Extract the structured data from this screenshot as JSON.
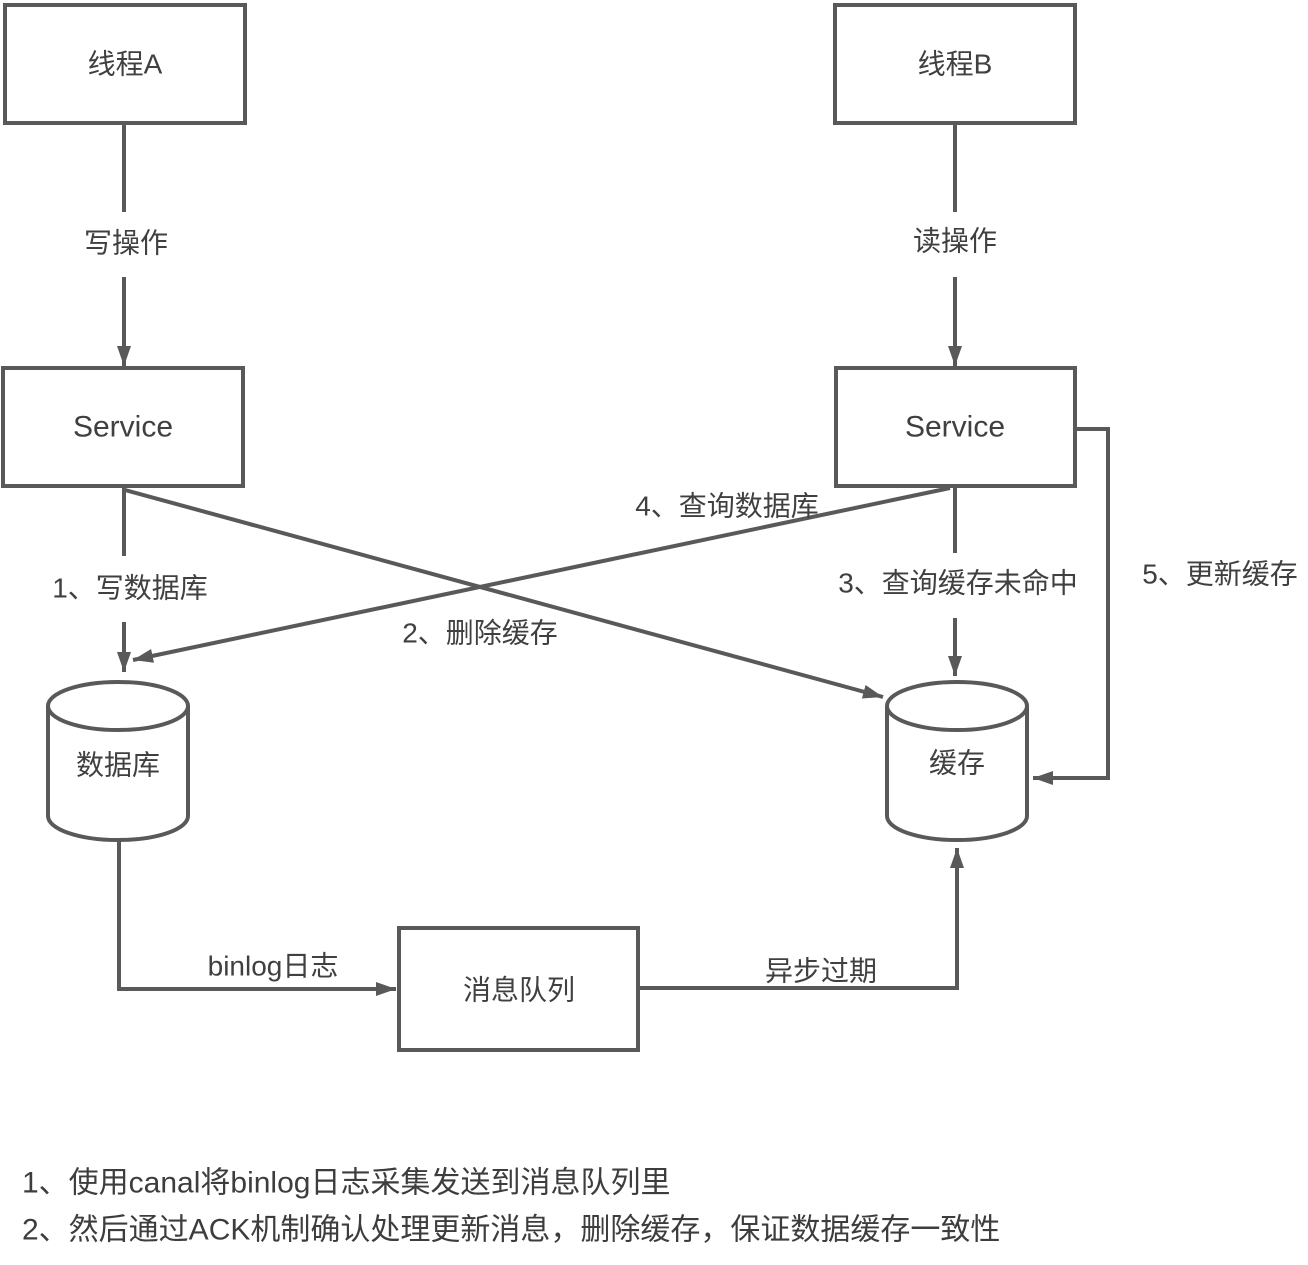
{
  "nodes": {
    "thread_a": {
      "label": "线程A"
    },
    "thread_b": {
      "label": "线程B"
    },
    "service_a": {
      "label": "Service"
    },
    "service_b": {
      "label": "Service"
    },
    "database": {
      "label": "数据库"
    },
    "cache": {
      "label": "缓存"
    },
    "message_queue": {
      "label": "消息队列"
    }
  },
  "edges": {
    "write_op": {
      "label": "写操作"
    },
    "read_op": {
      "label": "读操作"
    },
    "write_db": {
      "label": "1、写数据库"
    },
    "delete_cache": {
      "label": "2、删除缓存"
    },
    "query_cache_miss": {
      "label": "3、查询缓存未命中"
    },
    "query_db": {
      "label": "4、查询数据库"
    },
    "update_cache": {
      "label": "5、更新缓存"
    },
    "binlog": {
      "label": "binlog日志"
    },
    "async_expire": {
      "label": "异步过期"
    }
  },
  "notes": {
    "line1": "1、使用canal将binlog日志采集发送到消息队列里",
    "line2": "2、然后通过ACK机制确认处理更新消息，删除缓存，保证数据缓存一致性"
  },
  "colors": {
    "stroke": "#595959",
    "text": "#404040",
    "background": "#ffffff"
  }
}
